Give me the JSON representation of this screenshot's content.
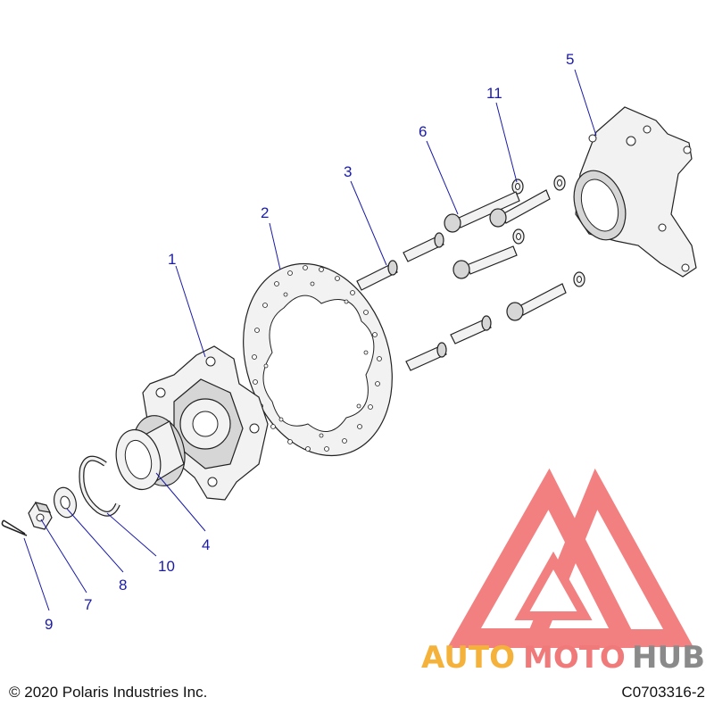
{
  "callouts": {
    "c1": "1",
    "c2": "2",
    "c3": "3",
    "c4": "4",
    "c5": "5",
    "c6": "6",
    "c7": "7",
    "c8": "8",
    "c9": "9",
    "c10": "10",
    "c11": "11"
  },
  "footer": {
    "copyright": "© 2020 Polaris Industries Inc.",
    "drawing_id": "C0703316-2"
  },
  "watermark": {
    "word_a": "AUTO",
    "word_b": "MOTO",
    "word_c": "HUB",
    "colors": {
      "auto": "#f5b23b",
      "moto": "#f07a7a",
      "hub": "#8a8a8a",
      "logo": "#f26b6b"
    }
  },
  "colors": {
    "callout": "#1a1aa8",
    "line": "#222222"
  }
}
